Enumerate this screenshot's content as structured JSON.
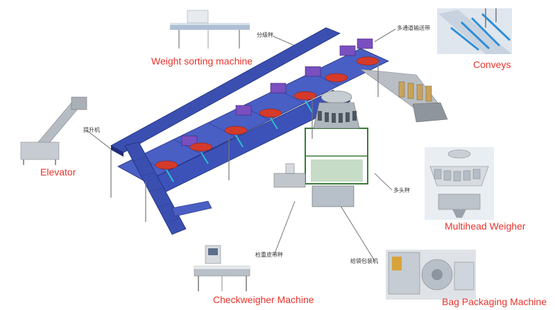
{
  "labels": {
    "weight_sorting": "Weight sorting machine",
    "conveys": "Conveys",
    "elevator": "Elevator",
    "multihead": "Multihead Weigher",
    "checkweigher": "Checkweigher Machine",
    "bag_packaging": "Bag Packaging Machine"
  },
  "cn_labels": {
    "sorter": "分级秤",
    "multi_channel": "多通道输送带",
    "elevator": "提升机",
    "multihead": "多头秤",
    "checkweigher": "检重皮带秤",
    "bag_packer": "给袋包装机"
  },
  "colors": {
    "label_red": "#e8322b",
    "belt_blue": "#3a4fb0",
    "belt_dark": "#1f2d7a",
    "purple": "#7a4fc0",
    "red_disc": "#d43a2a",
    "green_frame": "#3a7a3a",
    "cyan": "#2fc0c8",
    "steel": "#b9bec4"
  }
}
